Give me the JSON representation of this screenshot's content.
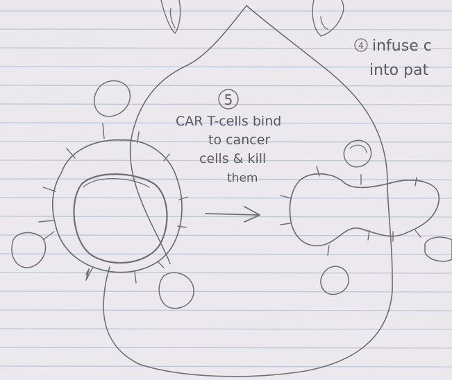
{
  "notes": {
    "step4": {
      "number": "4",
      "line1": "infuse c",
      "line2": "into pat"
    },
    "step5": {
      "number": "5",
      "line1": "CAR T-cells bind",
      "line2": "to cancer",
      "line3": "cells & kill",
      "line4": "them"
    }
  },
  "colors": {
    "paper": "#ebe8ee",
    "ruled_line": "#bcc6d6",
    "margin_line": "#d8a7b4",
    "pencil": "#6e6e72"
  }
}
